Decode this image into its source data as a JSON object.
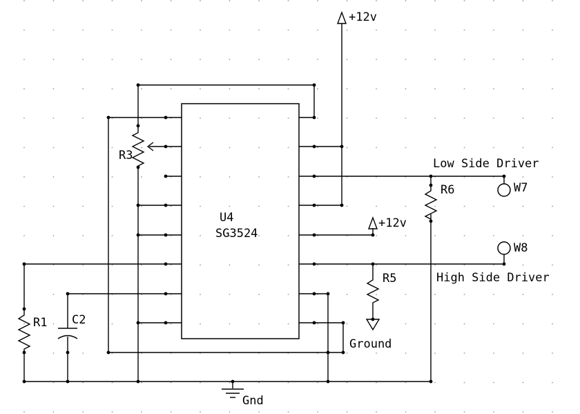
{
  "labels": {
    "supply_top": "+12v",
    "supply_mid": "+12v",
    "ic_ref": "U4",
    "ic_part": "SG3524",
    "r1": "R1",
    "c2": "C2",
    "r3": "R3",
    "r5": "R5",
    "r6": "R6",
    "w7": "W7",
    "w8": "W8",
    "low_side": "Low Side Driver",
    "high_side": "High Side Driver",
    "ground_label": "Ground",
    "gnd": "Gnd"
  }
}
